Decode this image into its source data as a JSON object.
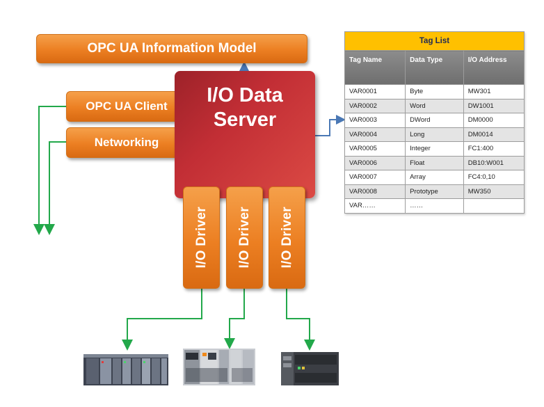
{
  "diagram": {
    "info_model_label": "OPC UA Information Model",
    "ua_client_label": "OPC UA Client",
    "networking_label": "Networking",
    "server_label_line1": "I/O Data",
    "server_label_line2": "Server",
    "driver_label": "I/O Driver",
    "colors": {
      "orange": "#ec7f22",
      "server_red": "#c22e35",
      "wire_green": "#22a84a",
      "arrow_blue": "#4a78b5",
      "table_title": "#ffc000"
    }
  },
  "tag_list": {
    "title": "Tag List",
    "columns": [
      "Tag Name",
      "Data Type",
      "I/O Address"
    ],
    "rows": [
      [
        "VAR0001",
        "Byte",
        "MW301"
      ],
      [
        "VAR0002",
        "Word",
        "DW1001"
      ],
      [
        "VAR0003",
        "DWord",
        "DM0000"
      ],
      [
        "VAR0004",
        "Long",
        "DM0014"
      ],
      [
        "VAR0005",
        "Integer",
        "FC1:400"
      ],
      [
        "VAR0006",
        "Float",
        "DB10:W001"
      ],
      [
        "VAR0007",
        "Array",
        "FC4:0,10"
      ],
      [
        "VAR0008",
        "Prototype",
        "MW350"
      ],
      [
        "VAR……",
        "……",
        ""
      ]
    ]
  },
  "devices": [
    "plc-rack-icon",
    "plc-modular-icon",
    "plc-compact-icon"
  ]
}
